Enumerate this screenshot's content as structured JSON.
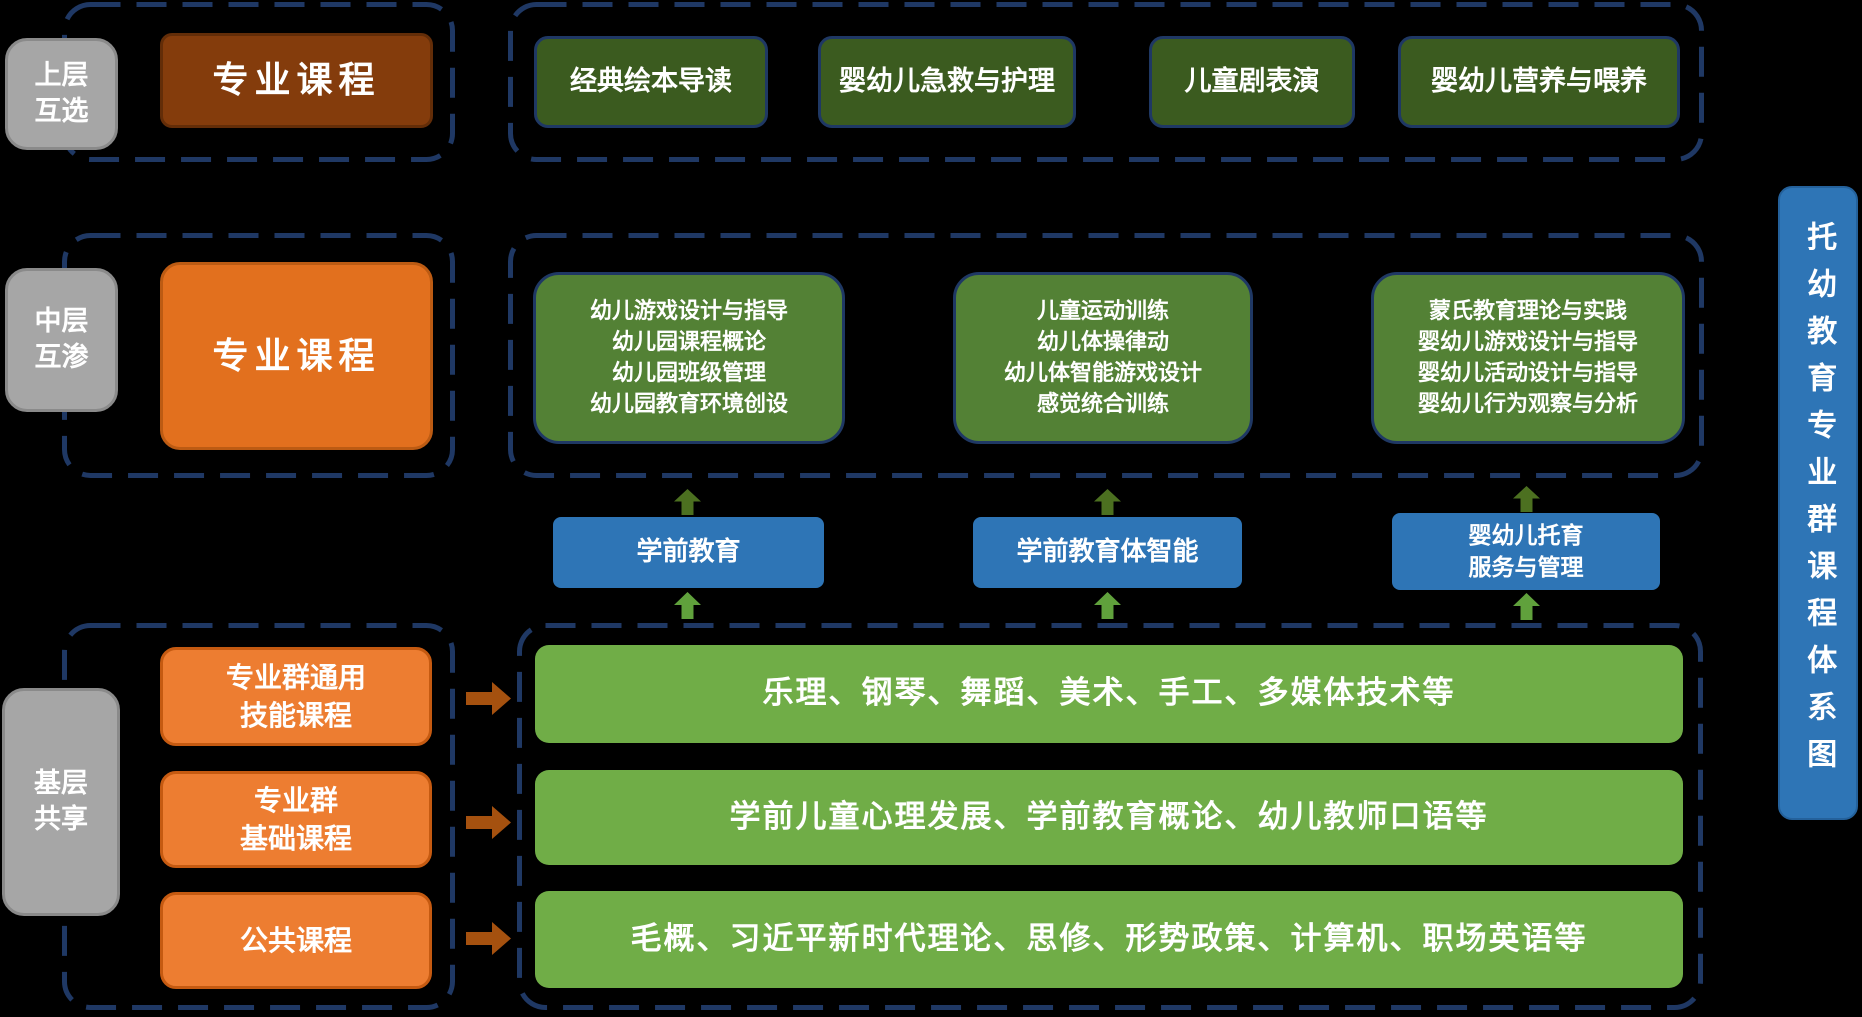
{
  "title": {
    "vertical": "托幼教育专业群课程体系图"
  },
  "top_layer": {
    "label": "上层\n互选",
    "category": "专业课程",
    "courses": [
      "经典绘本导读",
      "婴幼儿急救与护理",
      "儿童剧表演",
      "婴幼儿营养与喂养"
    ]
  },
  "middle_layer": {
    "label": "中层\n互渗",
    "category": "专业课程",
    "course_groups": [
      "幼儿游戏设计与指导\n幼儿园课程概论\n幼儿园班级管理\n幼儿园教育环境创设",
      "儿童运动训练\n幼儿体操律动\n幼儿体智能游戏设计\n感觉统合训练",
      "蒙氏教育理论与实践\n婴幼儿游戏设计与指导\n婴幼儿活动设计与指导\n婴幼儿行为观察与分析"
    ]
  },
  "programs": [
    "学前教育",
    "学前教育体智能",
    "婴幼儿托育\n服务与管理"
  ],
  "base_layer": {
    "label": "基层\n共享",
    "categories": [
      "专业群通用\n技能课程",
      "专业群\n基础课程",
      "公共课程"
    ],
    "course_bars": [
      "乐理、钢琴、舞蹈、美术、手工、多媒体技术等",
      "学前儿童心理发展、学前教育概论、幼儿教师口语等",
      "毛概、习近平新时代理论、思修、形势政策、计算机、职场英语等"
    ]
  },
  "colors": {
    "background": "#000000",
    "dashed_border": "#1F3864",
    "layer_label_gray": "#A6A6A6",
    "top_category_brown": "#843C0C",
    "middle_category_orange": "#E2701E",
    "base_category_orange": "#ED7D31",
    "top_course_dark_green": "#3B5B1F",
    "middle_course_green": "#538135",
    "base_course_green": "#70AD47",
    "program_blue": "#2E75B6",
    "arrow_dark_green": "#4C7020",
    "arrow_light_green": "#60A13C",
    "arrow_brown": "#A5510F"
  }
}
